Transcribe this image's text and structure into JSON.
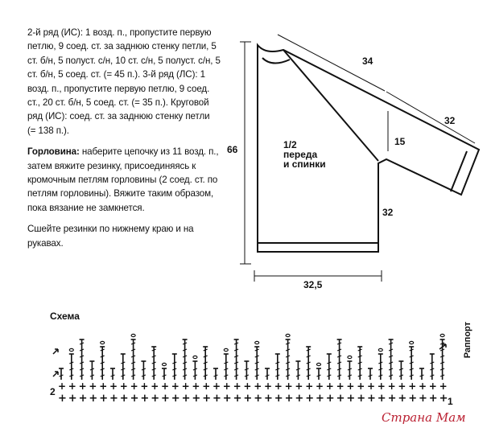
{
  "instructions": {
    "p1": "2-й ряд (ИС): 1 возд. п., пропустите первую петлю, 9 соед. ст. за заднюю стенку петли, 5 ст. б/н, 5 полуст. с/н, 10 ст. с/н, 5 полуст. с/н, 5 ст. б/н, 5 соед. ст. (= 45 п.). 3-й ряд (ЛС): 1 возд. п., пропустите первую петлю, 9 соед. ст., 20 ст. б/н, 5 соед. ст. (= 35 п.). Круговой ряд (ИС): соед. ст. за заднюю стенку петли (= 138 п.).",
    "p2_title": "Горловина:",
    "p2_body": " наберите цепочку из 11 возд. п., затем вяжите резинку, присоединяясь к кромочным петлям горловины (2 соед. ст. по петлям горловины). Вяжите таким образом, пока вязание не замкнется.",
    "p3": "Сшейте резинки по нижнему краю и на рукавах."
  },
  "schematic": {
    "label_line1": "1/2",
    "label_line2": "переда",
    "label_line3": "и спинки",
    "dim_height": "66",
    "dim_raglan": "34",
    "dim_sleeve": "32",
    "dim_underarm": "15",
    "dim_side": "32",
    "dim_width": "32,5"
  },
  "chart_section": {
    "title": "Схема",
    "rapport": "Раппорт",
    "row_1": "1",
    "row_2": "2"
  },
  "watermark": "Страна Мам"
}
